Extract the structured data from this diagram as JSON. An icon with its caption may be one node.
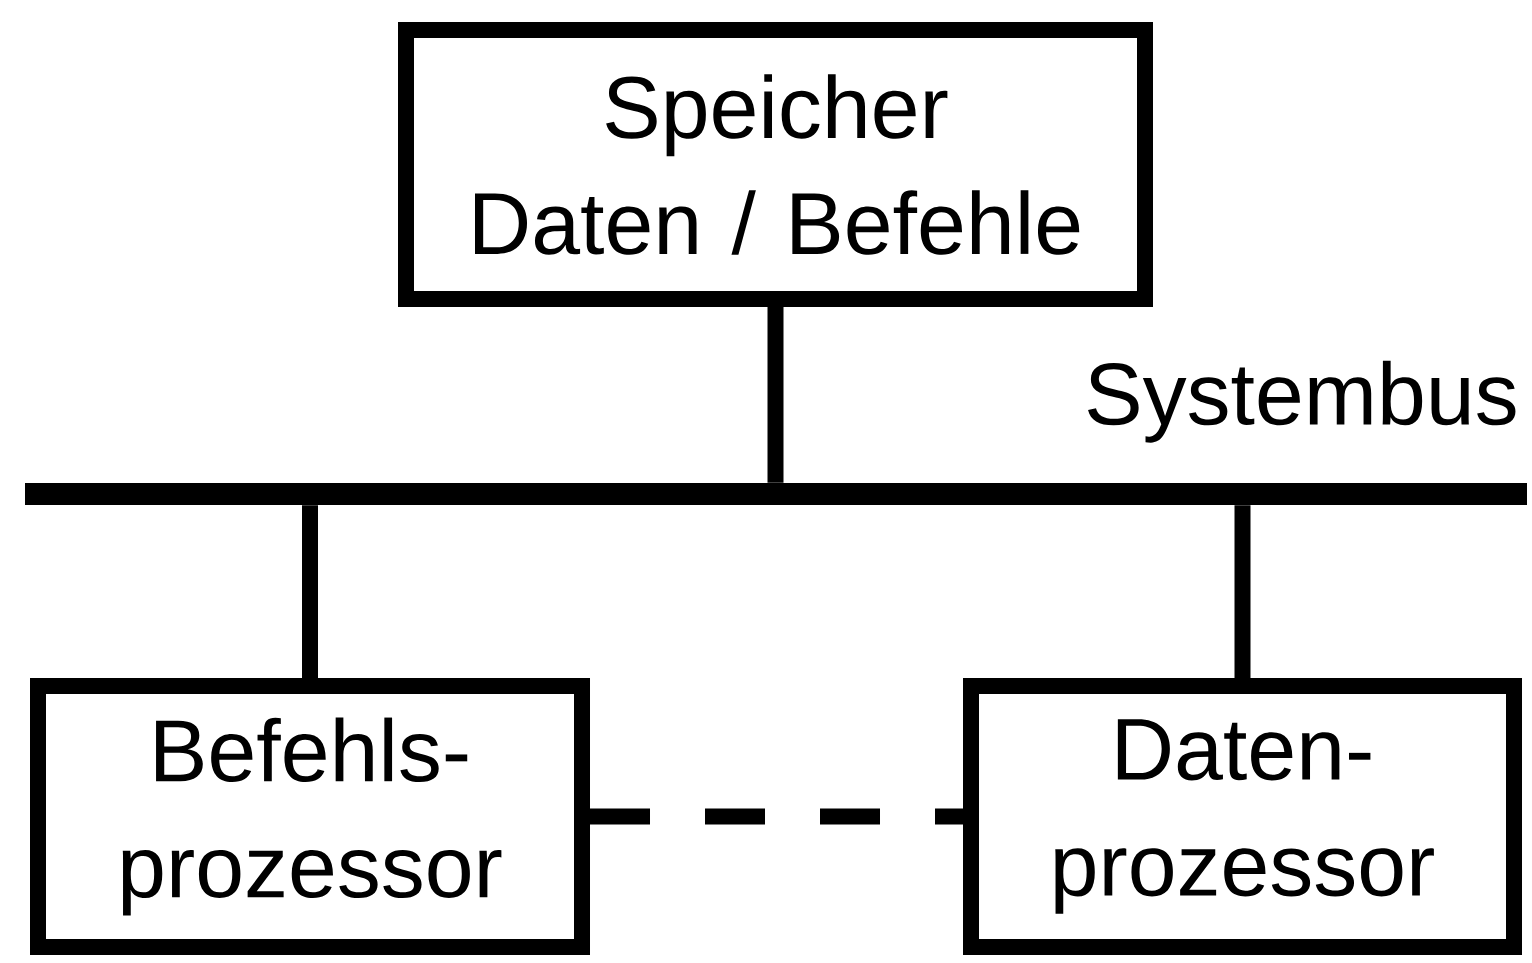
{
  "diagram": {
    "nodes": [
      {
        "text": [
          "Speicher",
          "Daten / Befehle"
        ]
      },
      {
        "text": [
          "Systembus"
        ]
      },
      {
        "text": [
          "Befehls- prozessor"
        ]
      },
      {
        "text": [
          "Daten- prozessor"
        ]
      }
    ],
    "edges": [
      {
        "from": 0,
        "to": 1,
        "arrow": "none"
      },
      {
        "from": 1,
        "to": 2,
        "arrow": "none"
      },
      {
        "from": 1,
        "to": 3,
        "arrow": "none"
      },
      {
        "from": 2,
        "to": 3,
        "arrow": "none",
        "style": "dashed"
      }
    ]
  }
}
